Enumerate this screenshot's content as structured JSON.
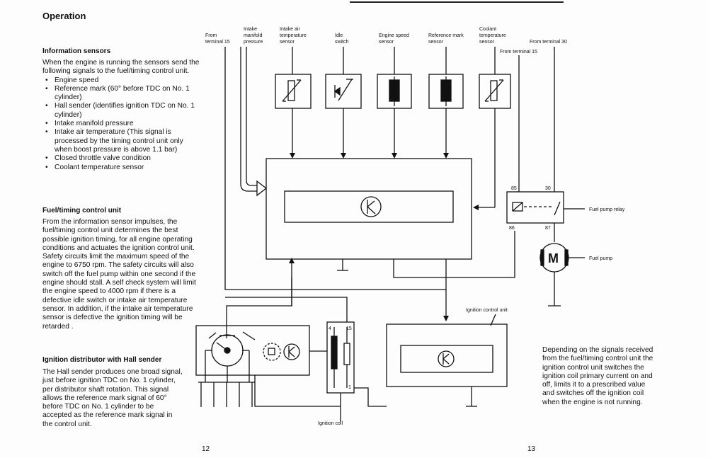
{
  "title": "Operation",
  "info": {
    "heading": "Information sensors",
    "intro": "When the engine is running the sensors send the following signals to the fuel/timing control unit.",
    "items": [
      "Engine speed",
      "Reference mark (60° before TDC on No. 1 cylinder)",
      "Hall sender (identifies ignition TDC on No. 1 cylinder)",
      "Intake manifold pressure",
      "Intake air temperature (This signal is processed by the timing control unit only when boost pressure is above 1.1 bar)",
      "Closed throttle valve condition",
      "Coolant temperature sensor"
    ]
  },
  "fuel_unit": {
    "heading": "Fuel/timing control unit",
    "text": "From the information sensor impulses, the fuel/timing control unit determines the best possible ignition timing, for all engine operating conditions and actuates the ignition control unit. Safety circuits limit the maximum speed of the engine to 6750 rpm. The safety circuits will also switch off the fuel pump within one second if the engine should stall. A self check system will limit the engine speed to 4000 rpm if there is a defective idle switch or intake air temperature sensor. In addition, if the intake air temperature sensor is defective the ignition timing will be retarded ."
  },
  "distributor": {
    "heading": "Ignition distributor with Hall sender",
    "text": "The Hall sender produces one broad signal, just before ignition TDC on No. 1 cylinder, per distributor shaft rotation. This signal allows the reference mark signal of 60° before TDC on No. 1 cylinder to be accepted as the reference mark signal in the control unit."
  },
  "right_text": "Depending on the signals received from the fuel/timing control unit the ignition control unit switches the ignition coil primary current on and off, limits it to a prescribed value and switches off the ignition coil when the engine is not running.",
  "page_left": "12",
  "page_right": "13",
  "diagram": {
    "top_labels": [
      {
        "key": "t15",
        "lines": [
          "From",
          "terminal 15"
        ]
      },
      {
        "key": "imp",
        "lines": [
          "Intake",
          "manifold",
          "pressure"
        ]
      },
      {
        "key": "iat",
        "lines": [
          "Intake air",
          "temperature",
          "sensor"
        ]
      },
      {
        "key": "idle",
        "lines": [
          "Idle",
          "switch"
        ]
      },
      {
        "key": "esp",
        "lines": [
          "Engine speed",
          "sensor"
        ]
      },
      {
        "key": "ref",
        "lines": [
          "Reference mark",
          "sensor"
        ]
      },
      {
        "key": "cool",
        "lines": [
          "Coolant",
          "temperature",
          "sensor"
        ]
      },
      {
        "key": "t30",
        "lines": [
          "From terminal 30"
        ]
      },
      {
        "key": "t15b",
        "lines": [
          "From terminal 15"
        ]
      }
    ],
    "fuel_pump_relay": "Fuel pump relay",
    "fuel_pump": "Fuel pump",
    "ignition_control_unit": "Ignition control unit",
    "ignition_coil": "Ignition coil",
    "relay_pins": [
      "85",
      "30",
      "86",
      "87"
    ],
    "coil_pins": [
      "4",
      "15",
      "1"
    ],
    "motor_symbol": "M"
  }
}
